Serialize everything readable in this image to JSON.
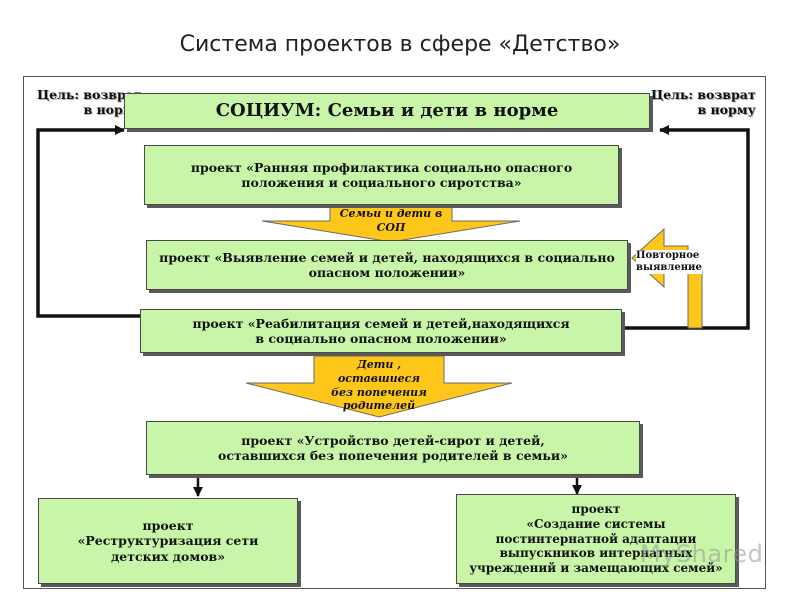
{
  "slide": {
    "title": "Система проектов в сфере «Детство»"
  },
  "goals": {
    "left": "Цель: возврат\nв норму",
    "right": "Цель: возврат\nв норму"
  },
  "boxes": {
    "socium": "СОЦИУМ: Семьи и дети в норме",
    "early_prevention": "проект «Ранняя профилактика социально опасного\nположения и социального сиротства»",
    "detection": "проект «Выявление семей и детей, находящихся в социально\nопасном положении»",
    "rehabilitation": "проект  «Реабилитация семей и детей,находящихся\nв социально опасном положении»",
    "placement": "проект  «Устройство детей-сирот и детей,\nоставшихся без попечения родителей в семьи»",
    "restructuring": "проект\n«Реструктуризация сети\nдетских домов»",
    "post_internat": "проект\n«Создание системы\nпостинтернатной адаптации\nвыпускников интернатных\nучреждений и замещающих семей»"
  },
  "arrows": {
    "sop": "Семьи и дети в\nСОП",
    "orphans": "Дети , оставшиеся\nбез попечения\nродителей",
    "repeat_detection": "Повторное\nвыявление"
  },
  "watermark": "MyShared",
  "colors": {
    "box_fill": "#c8f5a8",
    "arrow_fill": "#ffc71a",
    "line": "#111111"
  }
}
